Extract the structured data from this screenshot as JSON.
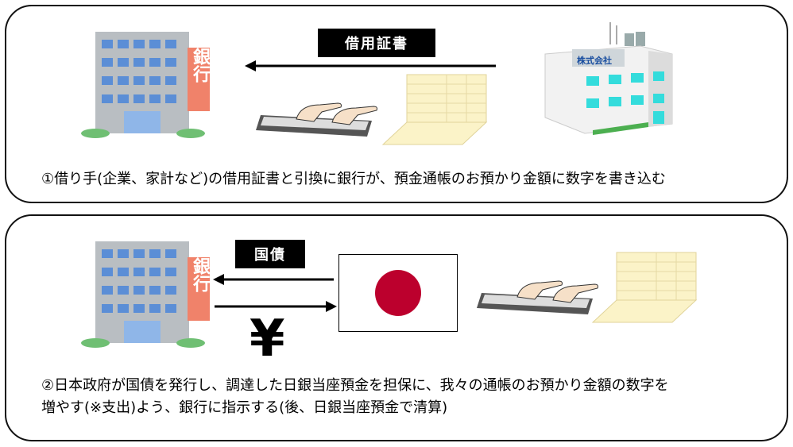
{
  "panel1": {
    "bank_sign": "銀行",
    "document_label": "借用証書",
    "company_sign": "株式会社",
    "caption": "①借り手(企業、家計など)の借用証書と引換に銀行が、預金通帳のお預かり金額に数字を書き込む"
  },
  "panel2": {
    "bank_sign": "銀行",
    "bond_label": "国債",
    "yen_symbol": "¥",
    "caption_line1": "②日本政府が国債を発行し、調達した日銀当座預金を担保に、我々の通帳のお預かり金額の数字を",
    "caption_line2": "増やす(※支出)よう、銀行に指示する(後、日銀当座預金で清算)"
  },
  "colors": {
    "bank_body": "#b9bec2",
    "bank_window": "#5b8ed6",
    "bank_sign": "#f0826a",
    "company_window": "#34dcdc",
    "flag_red": "#bc002d",
    "ledger": "#fbf3c8"
  }
}
